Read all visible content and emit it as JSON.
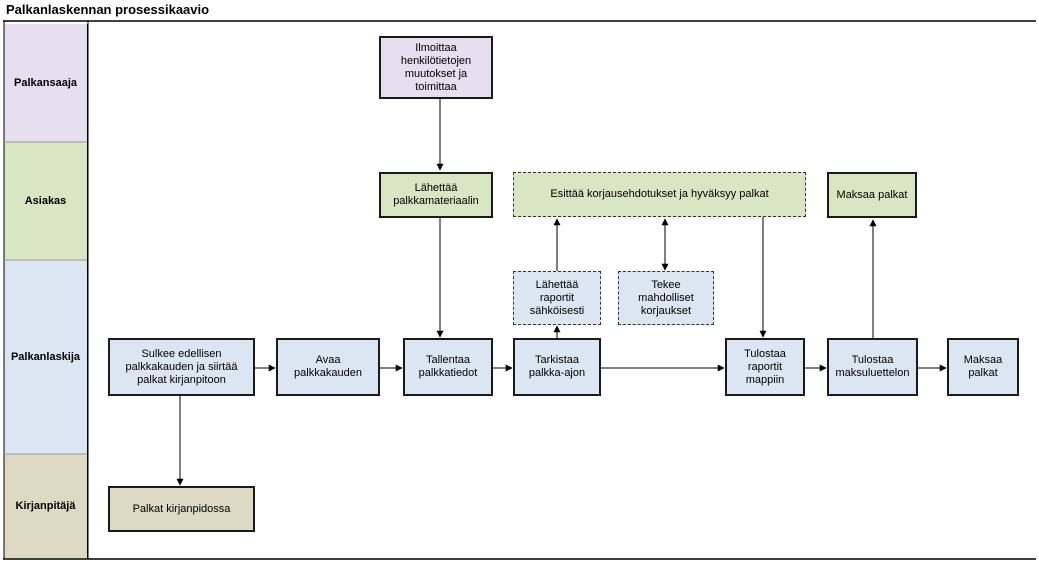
{
  "title": "Palkanlaskennan prosessikaavio",
  "lanes": [
    {
      "label": "Palkansaaja"
    },
    {
      "label": "Asiakas"
    },
    {
      "label": "Palkanlaskija"
    },
    {
      "label": "Kirjanpitäjä"
    }
  ],
  "steps": {
    "ilmoittaa": "Ilmoittaa henkilötietojen muutokset ja toimittaa",
    "lahettaa_materiaali": "Lähettää palkkamateriaalin",
    "esittaa": "Esittää korjausehdotukset ja hyväksyy palkat",
    "maksaa_asiakas": "Maksaa palkat",
    "lahettaa_raportit": "Lähettää raportit sähköisesti",
    "tekee_korjaukset": "Tekee mahdolliset korjaukset",
    "sulkee": "Sulkee edellisen palkkakauden ja siirtää palkat kirjanpitoon",
    "avaa": "Avaa palkkakauden",
    "tallentaa": "Tallentaa palkkatiedot",
    "tarkistaa": "Tarkistaa palkka-ajon",
    "tulostaa_raportit": "Tulostaa raportit mappiin",
    "tulostaa_maksu": "Tulostaa maksuluettelon",
    "maksaa_laskija": "Maksaa palkat",
    "palkat_kirjanpidossa": "Palkat kirjanpidossa"
  },
  "colors": {
    "palkansaaja": "#e5dff0",
    "asiakas": "#d8e6c3",
    "palkanlaskija": "#dce6f2",
    "kirjanpitaja": "#ded9c3"
  }
}
